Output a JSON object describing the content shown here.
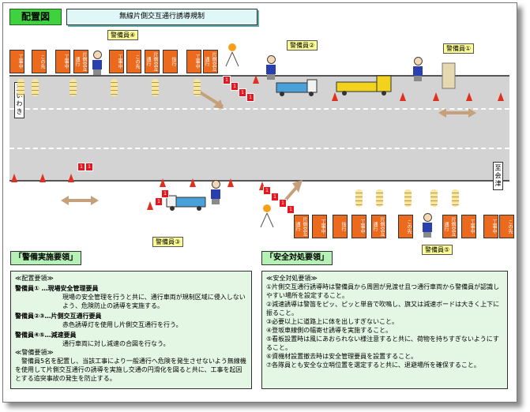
{
  "header": {
    "title": "配置図",
    "regulation": "無線片側交互通行誘導規制"
  },
  "road": {
    "dir_left": "至 いわき",
    "dir_right": "至 会津"
  },
  "guards": {
    "g1": "警備員①",
    "g2": "警備員②",
    "g3": "警備員③",
    "g4": "警備員④",
    "g5": "警備員⑤"
  },
  "signs": {
    "slow": "減速",
    "joko": "徐行",
    "construction": "工事中",
    "ahead": "この先",
    "alt": "片側交互通行"
  },
  "left_panel": {
    "title": "「警備実施要領」",
    "section1_head": "≪配置要領≫",
    "rows": [
      {
        "role": "警備員①  …現場安全管理要員",
        "desc": "現場の安全管理を行うと共に、通行車両が規制区域に侵入しないよう、危険防止の誘導を実施する。"
      },
      {
        "role": "警備員②③…片側交互通行要員",
        "desc": "赤色誘導灯を使用し片側交互通行を行う。"
      },
      {
        "role": "警備員④⑤…減速要員",
        "desc": "通行車両に対し減速の合図を行なう。"
      }
    ],
    "section2_head": "≪警備要領≫",
    "section2_text": "警備員5名を配置し、当該工事により一般通行へ危険を発生させないよう無線機を使用して片側交互通行の誘導を実施し交通の円滑化を図ると共に、工事を起因とする追突事故の発生を防止する。"
  },
  "right_panel": {
    "title": "「安全対処要領」",
    "section_head": "≪安全対処要領≫",
    "items": [
      "①片側交互通行誘導時は警備員から周囲が見渡せ且つ通行車両から警備員が認識しやすい場所を設定すること。",
      "②減速誘導は警笛をピッ、ピッと単音で吹鳴し、旗又は減速ボードは大きく上下に振ること。",
      "③必要以上に道路上に体を出しすぎないこと。",
      "④登坂車線側の幅寄せ誘導を実施すること。",
      "⑤看板設置時は風にあおられない様注意すると共に、荷物を持ちすぎないようにすること。",
      "⑥資機材設置撤去時は安全管理要員を設置すること。",
      "⑦各隊員とも安全な立哨位置を選定すると共に、退避場所を確保すること。"
    ]
  },
  "colors": {
    "road": "#d3d3d3",
    "sign_orange": "#ec6a1e",
    "panel_bg": "#e4f7e4",
    "title_green": "#3fd23f"
  }
}
